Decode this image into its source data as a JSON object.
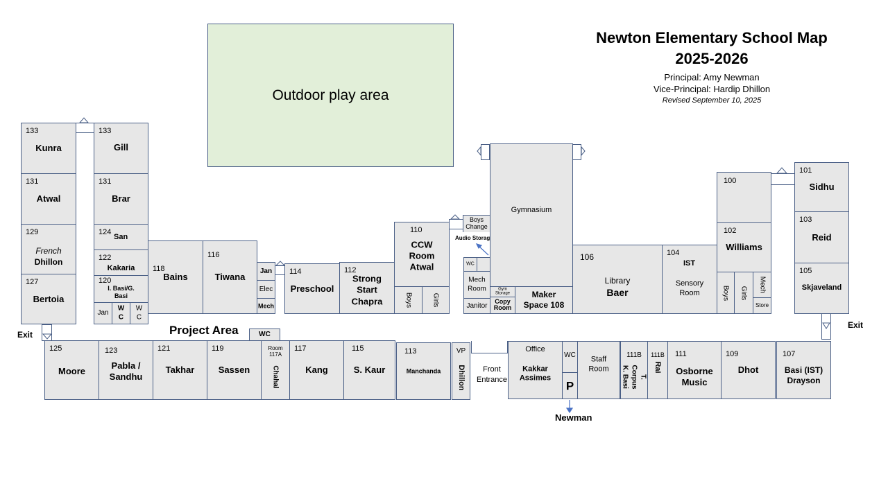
{
  "header": {
    "title": "Newton Elementary School Map",
    "year": "2025-2026",
    "principal": "Principal: Amy Newman",
    "vice_principal": "Vice-Principal: Hardip Dhillon",
    "revised": "Revised September 10, 2025"
  },
  "areas": {
    "outdoor": "Outdoor play area",
    "project_area": "Project Area",
    "front_entrance": "Front\nEntrance",
    "exit": "Exit",
    "parking_label": "P",
    "newman": "Newman"
  },
  "rooms": {
    "kunra": {
      "num": "133",
      "name": "Kunra"
    },
    "atwal": {
      "num": "131",
      "name": "Atwal"
    },
    "dhillon_french": {
      "num": "129",
      "name_italic": "French",
      "name": "Dhillon"
    },
    "bertoia": {
      "num": "127",
      "name": "Bertoia"
    },
    "gill": {
      "num": "133",
      "name": "Gill"
    },
    "brar": {
      "num": "131",
      "name": "Brar"
    },
    "san": {
      "num": "124",
      "name": "San"
    },
    "kakaria": {
      "num": "122",
      "name": "Kakaria"
    },
    "basi": {
      "num": "120",
      "name": "I. Basi/G.\nBasi"
    },
    "jan_left": {
      "name": "Jan"
    },
    "wc_left_1": {
      "name": "W\nC"
    },
    "wc_left_2": {
      "name": "W\nC"
    },
    "bains": {
      "num": "118",
      "name": "Bains"
    },
    "tiwana": {
      "num": "116",
      "name": "Tiwana"
    },
    "jan_mid": {
      "name": "Jan"
    },
    "elec": {
      "name": "Elec"
    },
    "mech_mid": {
      "name": "Mech"
    },
    "preschool": {
      "num": "114",
      "name": "Preschool"
    },
    "strong_start": {
      "num": "112",
      "name": "Strong\nStart\nChapra"
    },
    "ccw": {
      "num": "110",
      "name": "CCW\nRoom\nAtwal"
    },
    "boys_110": {
      "name": "Boys"
    },
    "girls_110": {
      "name": "Girls"
    },
    "boys_change": {
      "name": "Boys\nChange"
    },
    "audio_storage": {
      "name": "Audio Storage"
    },
    "wc_gym": {
      "name": "WC"
    },
    "mech_room": {
      "name": "Mech\nRoom"
    },
    "janitor": {
      "name": "Janitor"
    },
    "gym_storage": {
      "name": "Gym\nStorage"
    },
    "copy_room": {
      "name": "Copy\nRoom"
    },
    "maker_space": {
      "name": "Maker\nSpace 108"
    },
    "gymnasium": {
      "name": "Gymnasium"
    },
    "library": {
      "num": "106",
      "name_plain": "Library",
      "name": "Baer"
    },
    "sensory": {
      "num": "104",
      "name": "IST",
      "name_plain": "Sensory\nRoom"
    },
    "room100": {
      "num": "100"
    },
    "williams": {
      "num": "102",
      "name": "Williams"
    },
    "boys_102": {
      "name": "Boys"
    },
    "girls_102": {
      "name": "Girls"
    },
    "mech_102": {
      "name": "Mech"
    },
    "store": {
      "name": "Store"
    },
    "sidhu": {
      "num": "101",
      "name": "Sidhu"
    },
    "reid": {
      "num": "103",
      "name": "Reid"
    },
    "skjaveland": {
      "num": "105",
      "name": "Skjaveland"
    },
    "wc_project": {
      "name": "WC"
    },
    "moore": {
      "num": "125",
      "name": "Moore"
    },
    "pabla": {
      "num": "123",
      "name": "Pabla /\nSandhu"
    },
    "takhar": {
      "num": "121",
      "name": "Takhar"
    },
    "sassen": {
      "num": "119",
      "name": "Sassen"
    },
    "chahal": {
      "num": "Room\n117A",
      "name": "Chahal"
    },
    "kang": {
      "num": "117",
      "name": "Kang"
    },
    "skaur": {
      "num": "115",
      "name": "S. Kaur"
    },
    "manchanda": {
      "num": "113",
      "name": "Manchanda"
    },
    "vp": {
      "num": "VP",
      "name": "Dhillon"
    },
    "office": {
      "num": "Office",
      "name": "Kakkar\nAssimes"
    },
    "wc_office": {
      "name": "WC"
    },
    "staff": {
      "name": "Staff\nRoom"
    },
    "r111b_1": {
      "num": "111B",
      "name": "T. Corpus\nK. Basi"
    },
    "r111b_2": {
      "num": "111B",
      "name": "Rai"
    },
    "osborne": {
      "num": "111",
      "name": "Osborne\nMusic"
    },
    "dhot": {
      "num": "109",
      "name": "Dhot"
    },
    "basi_ist": {
      "num": "107",
      "name": "Basi (IST)\nDrayson"
    }
  }
}
